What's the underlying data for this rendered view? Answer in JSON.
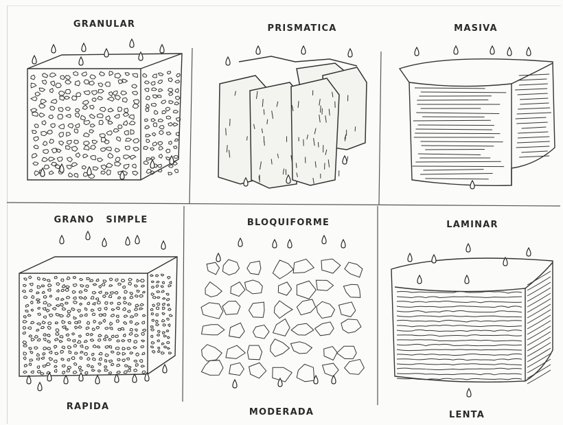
{
  "labels": {
    "granular": "GRANULAR",
    "prismatica": "PRISMATICA",
    "masiva": "MASIVA",
    "grano_simple": "GRANO   SIMPLE",
    "bloquiforme": "BLOQUIFORME",
    "laminar": "LAMINAR",
    "rapida": "RAPIDA",
    "moderada": "MODERADA",
    "lenta": "LENTA"
  },
  "colors": {
    "ink": "#2a2a2a",
    "paper": "#fbfbf9",
    "frame": "#c9d4e6"
  },
  "icons": [
    "granular-structure-drawing",
    "prismatic-structure-drawing",
    "massive-structure-drawing",
    "single-grain-structure-drawing",
    "blocky-structure-drawing",
    "platy-structure-drawing",
    "water-drop-icon"
  ]
}
